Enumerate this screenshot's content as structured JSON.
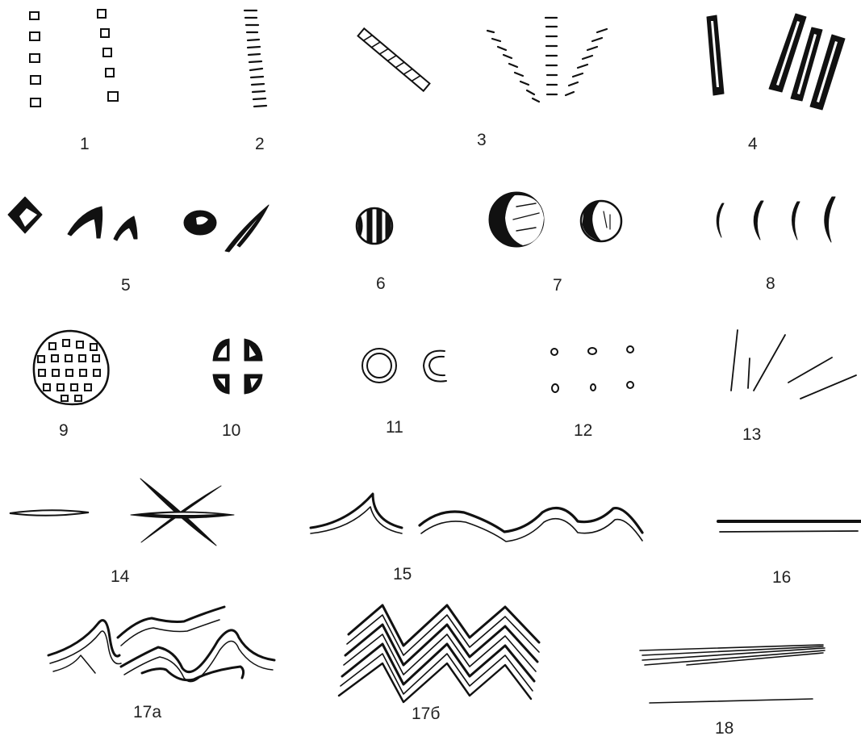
{
  "figure": {
    "labels": [
      "1",
      "2",
      "3",
      "4",
      "5",
      "6",
      "7",
      "8",
      "9",
      "10",
      "11",
      "12",
      "13",
      "14",
      "15",
      "16",
      "17а",
      "17б",
      "18"
    ]
  },
  "colors": {
    "ink": "#111111",
    "paper": "#ffffff",
    "label": "#222222"
  }
}
